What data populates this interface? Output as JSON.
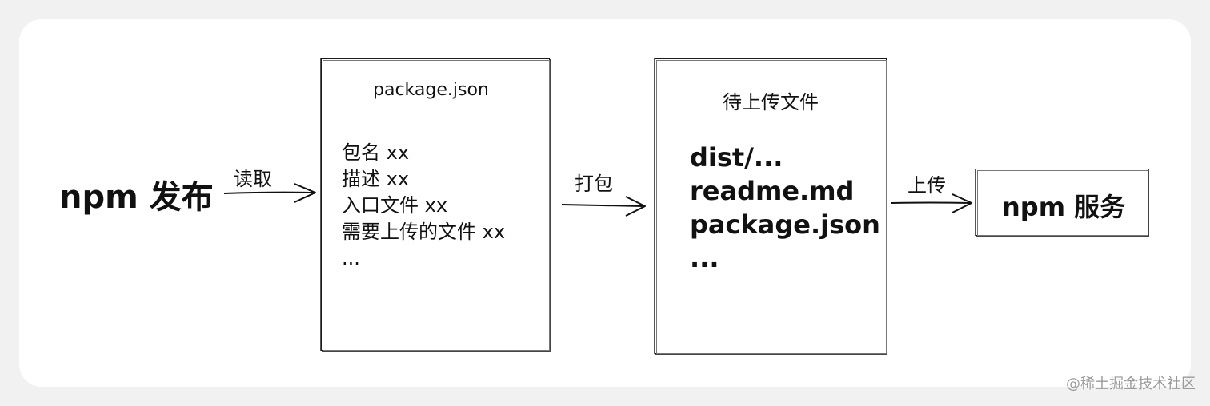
{
  "diagram": {
    "start_label": "npm 发布",
    "arrow_read_label": "读取",
    "package_box": {
      "title": "package.json",
      "lines": [
        "包名 xx",
        "描述 xx",
        "入口文件 xx",
        "需要上传的文件 xx",
        "..."
      ]
    },
    "arrow_pack_label": "打包",
    "upload_box": {
      "title": "待上传文件",
      "lines": [
        "dist/...",
        "readme.md",
        "package.json",
        "..."
      ]
    },
    "arrow_upload_label": "上传",
    "service_label": "npm 服务"
  },
  "watermark": "@稀土掘金技术社区"
}
